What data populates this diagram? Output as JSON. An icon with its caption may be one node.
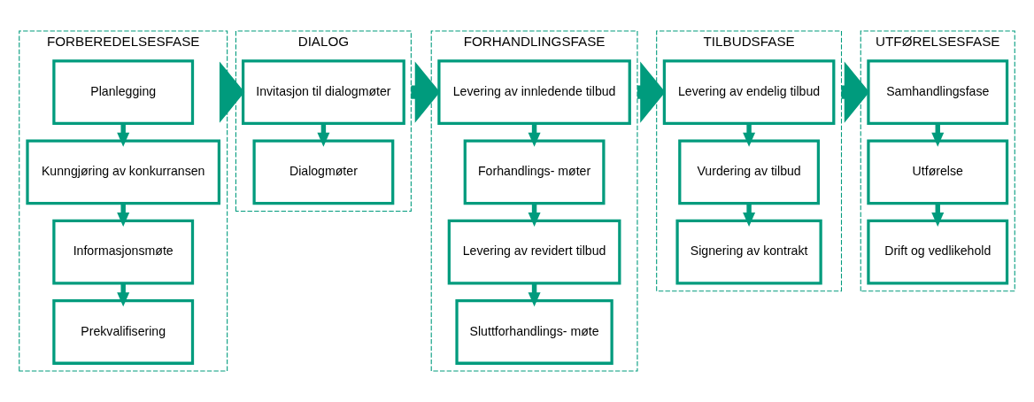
{
  "diagram": {
    "nodes": [
      {
        "text": [
          "FORBEREDELSESFASE"
        ]
      },
      {
        "text": [
          "Planlegging"
        ],
        "in": 0
      },
      {
        "text": [
          "Kunngjøring av konkurransen"
        ],
        "in": 0
      },
      {
        "text": [
          "Informasjonsmøte"
        ],
        "in": 0
      },
      {
        "text": [
          "Prekvalifisering"
        ],
        "in": 0
      },
      {
        "text": [
          "DIALOG"
        ]
      },
      {
        "text": [
          "Invitasjon til dialogmøter"
        ],
        "in": 5
      },
      {
        "text": [
          "Dialogmøter"
        ],
        "in": 5
      },
      {
        "text": [
          "FORHANDLINGSFASE"
        ]
      },
      {
        "text": [
          "Levering av innledende tilbud"
        ],
        "in": 8
      },
      {
        "text": [
          "Forhandlings- møter"
        ],
        "in": 8
      },
      {
        "text": [
          "Levering av revidert tilbud"
        ],
        "in": 8
      },
      {
        "text": [
          "Sluttforhandlings- møte"
        ],
        "in": 8
      },
      {
        "text": [
          "TILBUDSFASE"
        ]
      },
      {
        "text": [
          "Levering av endelig tilbud"
        ],
        "in": 13
      },
      {
        "text": [
          "Vurdering av tilbud"
        ],
        "in": 13
      },
      {
        "text": [
          "Signering av kontrakt"
        ],
        "in": 13
      },
      {
        "text": [
          "UTFØRELSESFASE"
        ]
      },
      {
        "text": [
          "Samhandlingsfase"
        ],
        "in": 17
      },
      {
        "text": [
          "Utførelse"
        ],
        "in": 17
      },
      {
        "text": [
          "Drift og vedlikehold"
        ],
        "in": 17
      }
    ],
    "edges": [
      {
        "from": 1,
        "to": 2,
        "arrow": "to"
      },
      {
        "from": 2,
        "to": 3,
        "arrow": "to"
      },
      {
        "from": 3,
        "to": 4,
        "arrow": "to"
      },
      {
        "from": 0,
        "to": 5,
        "arrow": "to",
        "style": "thick"
      },
      {
        "from": 6,
        "to": 7,
        "arrow": "to"
      },
      {
        "from": 5,
        "to": 8,
        "arrow": "to",
        "style": "thick"
      },
      {
        "from": 9,
        "to": 10,
        "arrow": "to"
      },
      {
        "from": 10,
        "to": 11,
        "arrow": "to"
      },
      {
        "from": 11,
        "to": 12,
        "arrow": "to"
      },
      {
        "from": 8,
        "to": 13,
        "arrow": "to",
        "style": "thick"
      },
      {
        "from": 14,
        "to": 15,
        "arrow": "to"
      },
      {
        "from": 15,
        "to": 16,
        "arrow": "to"
      },
      {
        "from": 13,
        "to": 17,
        "arrow": "to",
        "style": "thick"
      },
      {
        "from": 18,
        "to": 19,
        "arrow": "to"
      },
      {
        "from": 19,
        "to": 20,
        "arrow": "to"
      }
    ]
  }
}
